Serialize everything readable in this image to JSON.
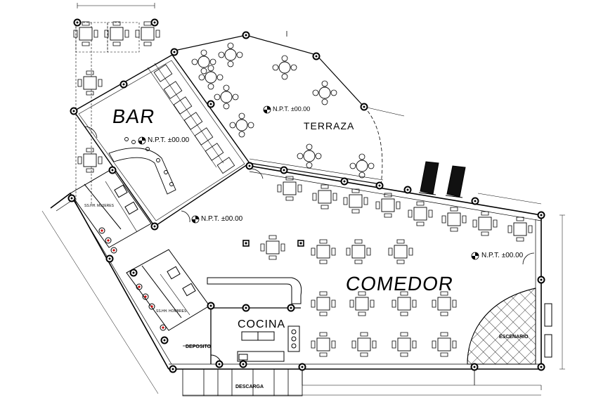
{
  "rooms": {
    "bar": "BAR",
    "terraza": "TERRAZA",
    "comedor": "COMEDOR",
    "cocina": "COCINA",
    "deposito": "DEPOSITO",
    "descarga": "DESCARGA",
    "escenario": "ESCENARIO",
    "sshh_1": "SS.HH. MUJERES",
    "sshh_2": "SS.HH. HOMBRES"
  },
  "levels": {
    "bar": "N.P.T. ±00.00",
    "terraza": "N.P.T. ±00.00",
    "corridor": "N.P.T. ±00.00",
    "comedor": "N.P.T. ±00.00"
  },
  "colors": {
    "line": "#000000",
    "background": "#ffffff",
    "fixture_accent": "#cc0000"
  }
}
